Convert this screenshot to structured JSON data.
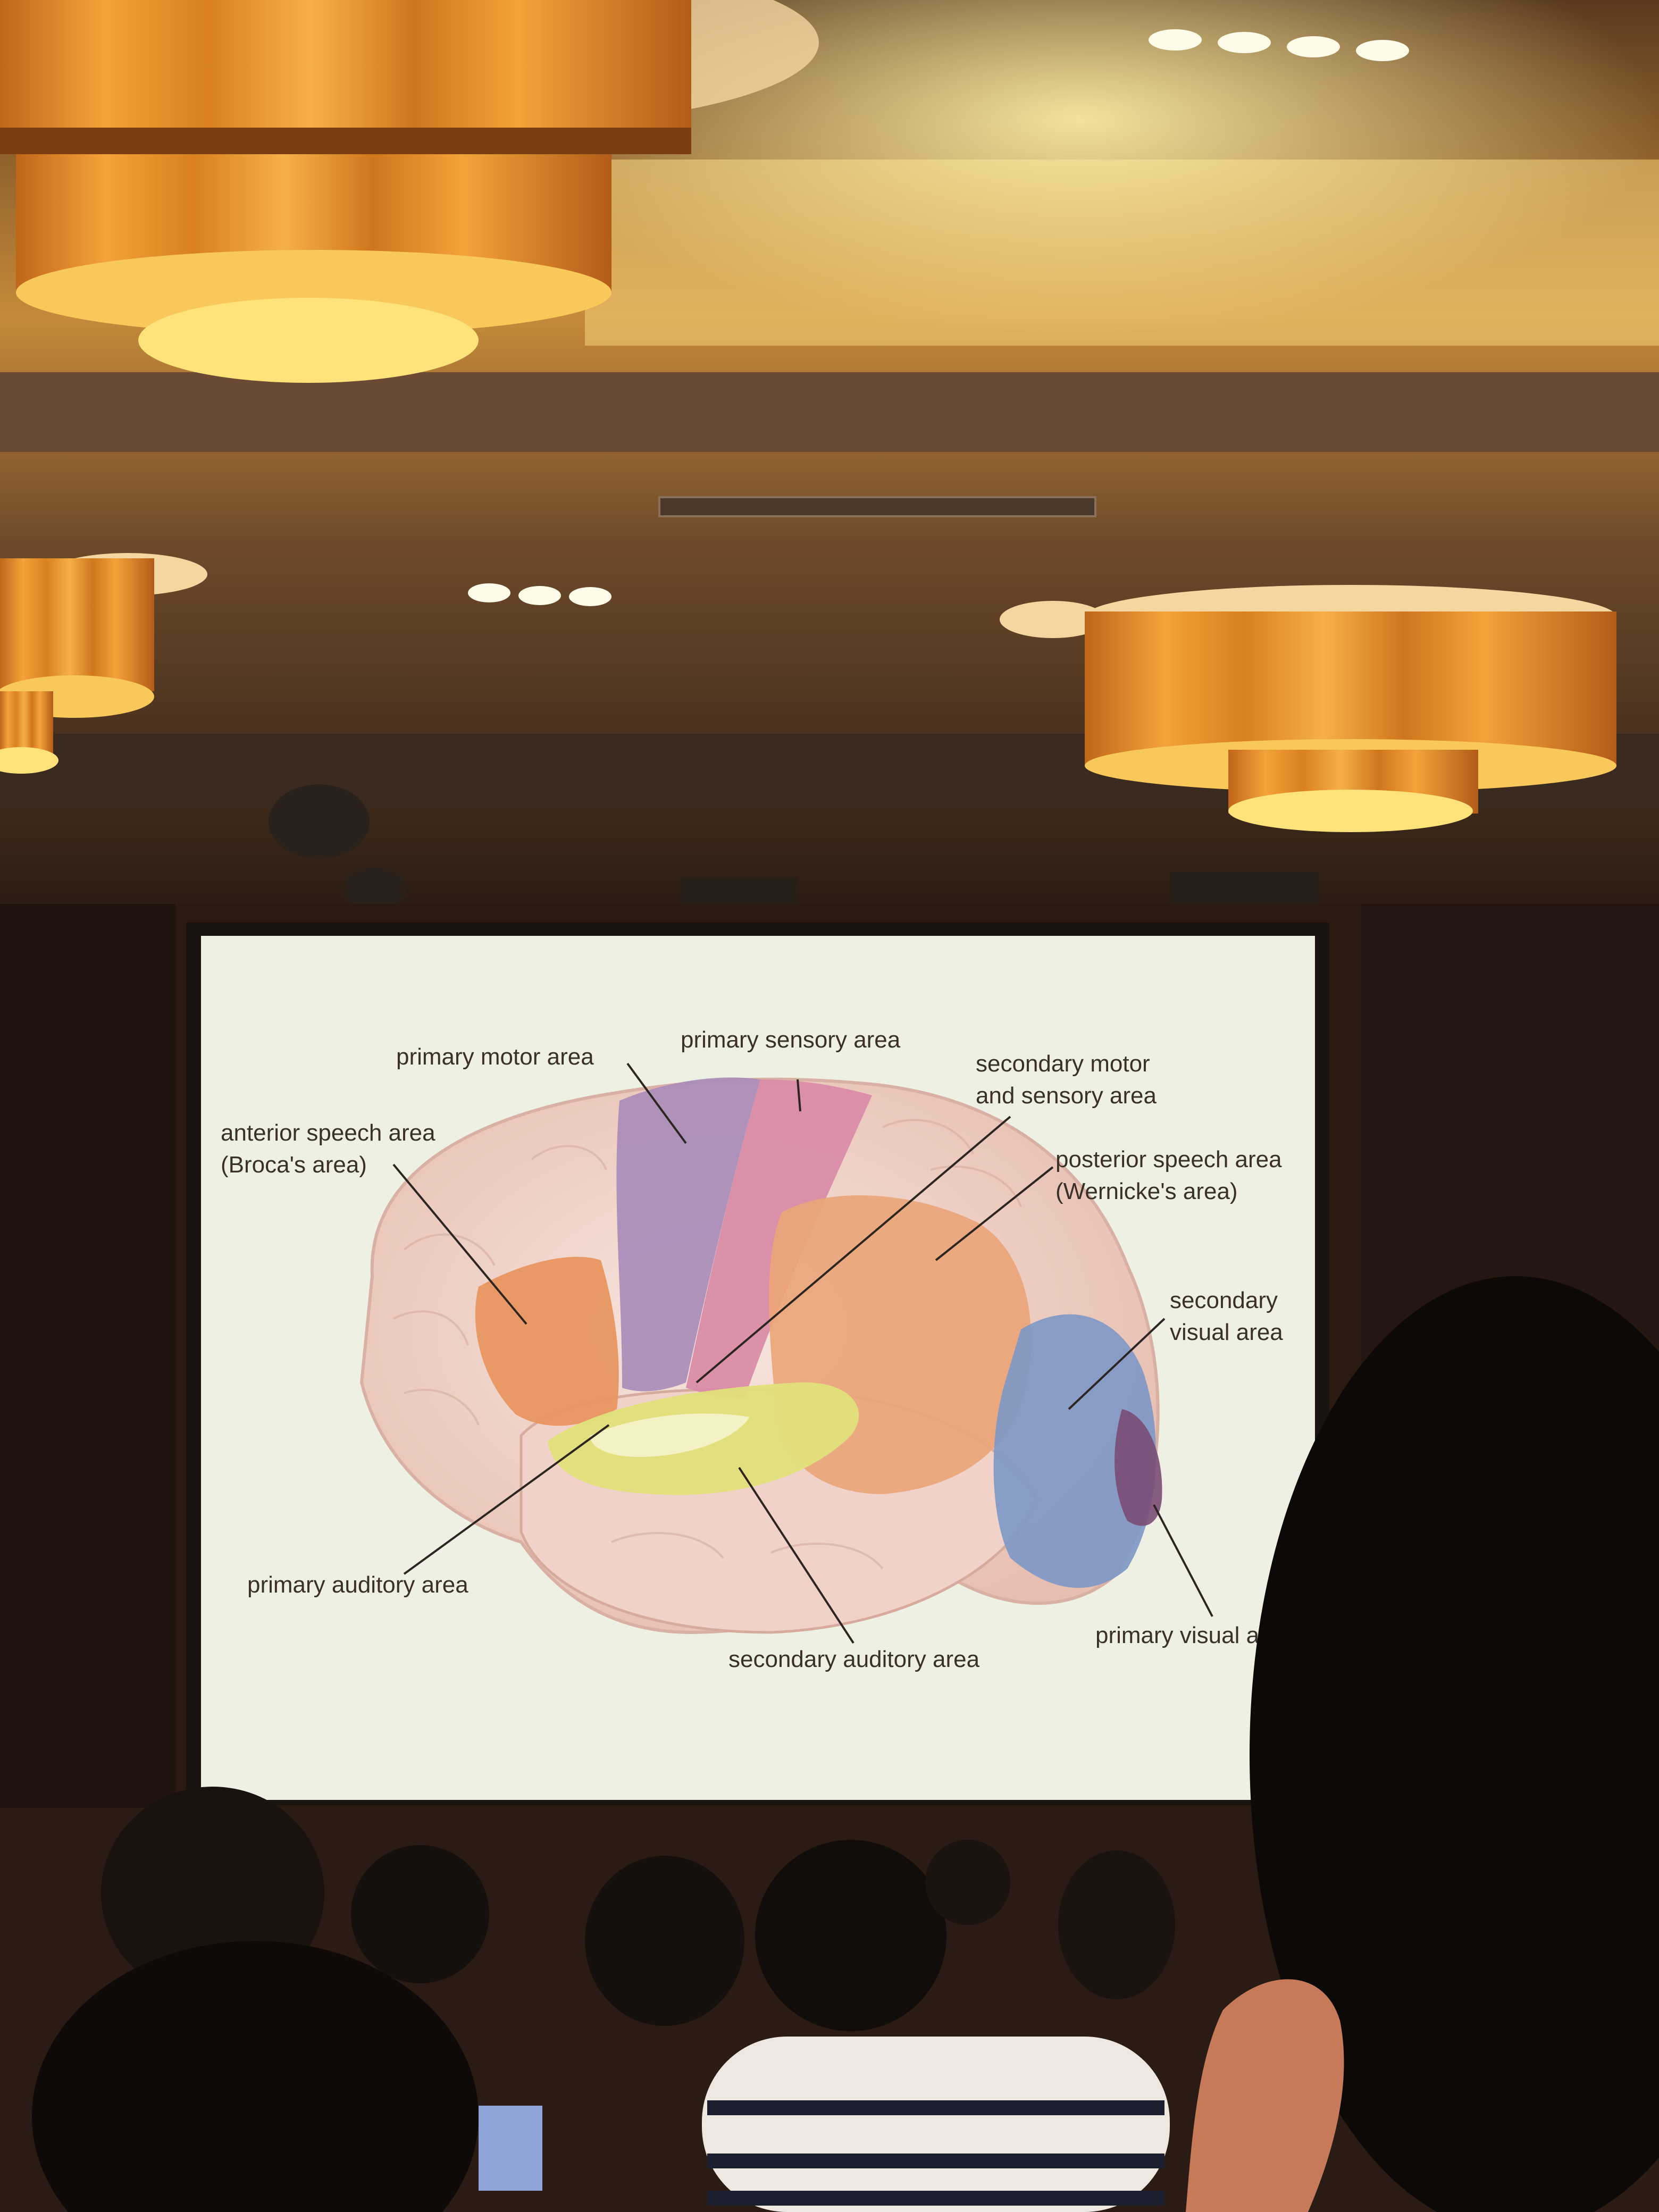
{
  "slide": {
    "labels": {
      "primary_motor": "primary motor area",
      "primary_sensory": "primary sensory area",
      "secondary_motor_line1": "secondary motor",
      "secondary_motor_line2": "and sensory area",
      "anterior_speech_line1": "anterior speech area",
      "anterior_speech_line2": "(Broca's area)",
      "posterior_speech_line1": "posterior speech area",
      "posterior_speech_line2": "(Wernicke's area)",
      "secondary_visual_line1": "secondary",
      "secondary_visual_line2": "visual area",
      "primary_auditory": "primary auditory area",
      "secondary_auditory": "secondary auditory area",
      "primary_visual": "primary visual are"
    }
  },
  "colors": {
    "ceiling": "#6b4a2a",
    "lamp_glow": "#f2a23a",
    "screen": "#eef0e4",
    "motor": "#a98cb8",
    "sensory": "#d98aa6",
    "broca": "#e79660",
    "wernicke": "#eaa57a",
    "auditory": "#e0e07a",
    "visual_secondary": "#7f98c6",
    "visual_primary": "#7a4c76",
    "brain_base": "#efcfc4"
  }
}
